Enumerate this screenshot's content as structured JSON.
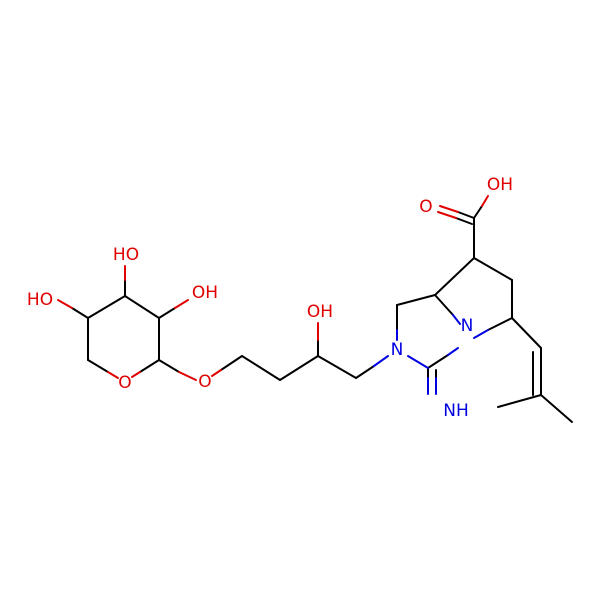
{
  "colors": {
    "background": "#ffffff",
    "bond": "#000000",
    "oxygen": "#e00000",
    "nitrogen": "#0000e0"
  },
  "labels": {
    "acid_oh": "OH",
    "acid_o": "O",
    "side_oh": "OH",
    "sugar_oh_top": "HO",
    "sugar_oh_right": "OH",
    "sugar_oh_left": "HO",
    "ring_o": "O",
    "ether_o": "O",
    "n_ring": "N",
    "n_bridge": "N",
    "imine": "NH"
  }
}
